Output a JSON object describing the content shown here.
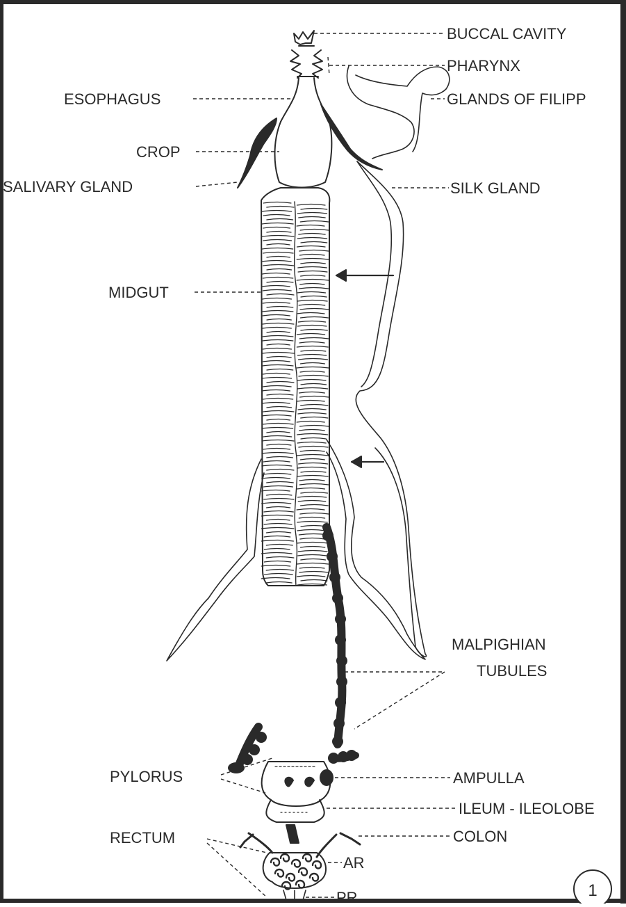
{
  "figure": {
    "number": "1",
    "ink_color": "#2a2a2a",
    "background": "#ffffff"
  },
  "labels": {
    "buccal_cavity": "BUCCAL CAVITY",
    "pharynx": "PHARYNX",
    "esophagus": "ESOPHAGUS",
    "glands_of_filippi": "GLANDS OF FILIPP",
    "crop": "CROP",
    "salivary_gland": "SALIVARY GLAND",
    "silk_gland": "SILK GLAND",
    "midgut": "MIDGUT",
    "malpighian_1": "MALPIGHIAN",
    "malpighian_2": "TUBULES",
    "pylorus": "PYLORUS",
    "ampulla": "AMPULLA",
    "ileum": "ILEUM - ILEOLOBE",
    "rectum": "RECTUM",
    "colon": "COLON",
    "ar": "AR",
    "pr": "PR"
  }
}
